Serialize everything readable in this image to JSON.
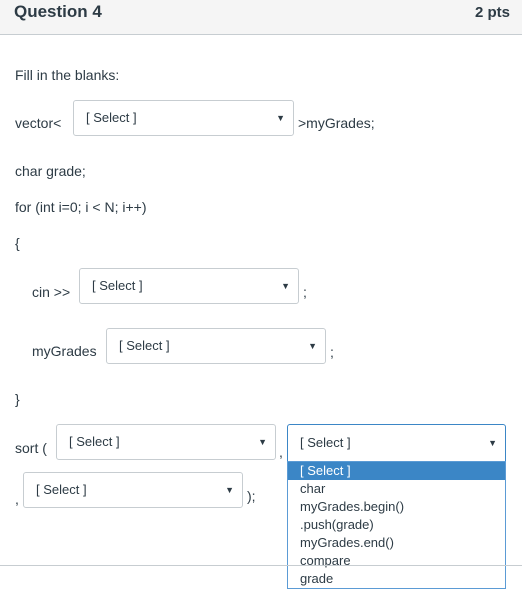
{
  "question": {
    "title": "Question 4",
    "points": "2 pts"
  },
  "prompt": "Fill in the blanks:",
  "code": {
    "vector_prefix": "vector<",
    "vector_suffix": ">myGrades;",
    "char_decl": "char grade;",
    "for_line": "for (int i=0; i < N; i++)",
    "open_brace": "{",
    "cin": "cin >>",
    "semicolon": ";",
    "mygrades": "myGrades",
    "close_brace": "}",
    "sort_open": "sort (",
    "comma": ",",
    "close_paren": ");"
  },
  "selects": {
    "placeholder": "[ Select ]",
    "s1": "[ Select ]",
    "s2": "[ Select ]",
    "s3": "[ Select ]",
    "s4": "[ Select ]",
    "s5": "[ Select ]",
    "s6": "[ Select ]"
  },
  "dropdown_options": [
    "[ Select ]",
    "char",
    "myGrades.begin()",
    ".push(grade)",
    "myGrades.end()",
    "compare",
    "grade"
  ],
  "arrow_glyph": "▼"
}
